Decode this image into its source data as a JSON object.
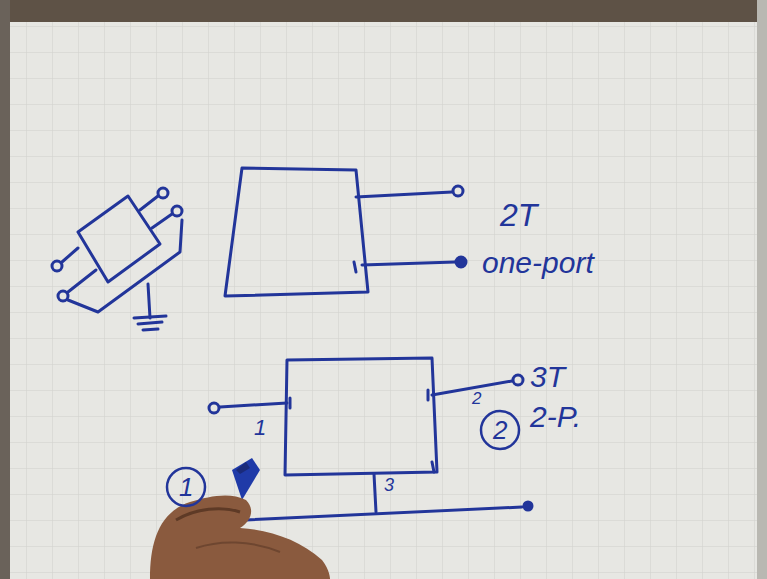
{
  "diagram": {
    "nodes": [
      {
        "text": [
          "1"
        ]
      },
      {
        "text": [
          "2"
        ]
      }
    ],
    "labels": [
      "2T",
      "one-port",
      "3T",
      "2",
      "1",
      "2-P.",
      "3"
    ]
  }
}
